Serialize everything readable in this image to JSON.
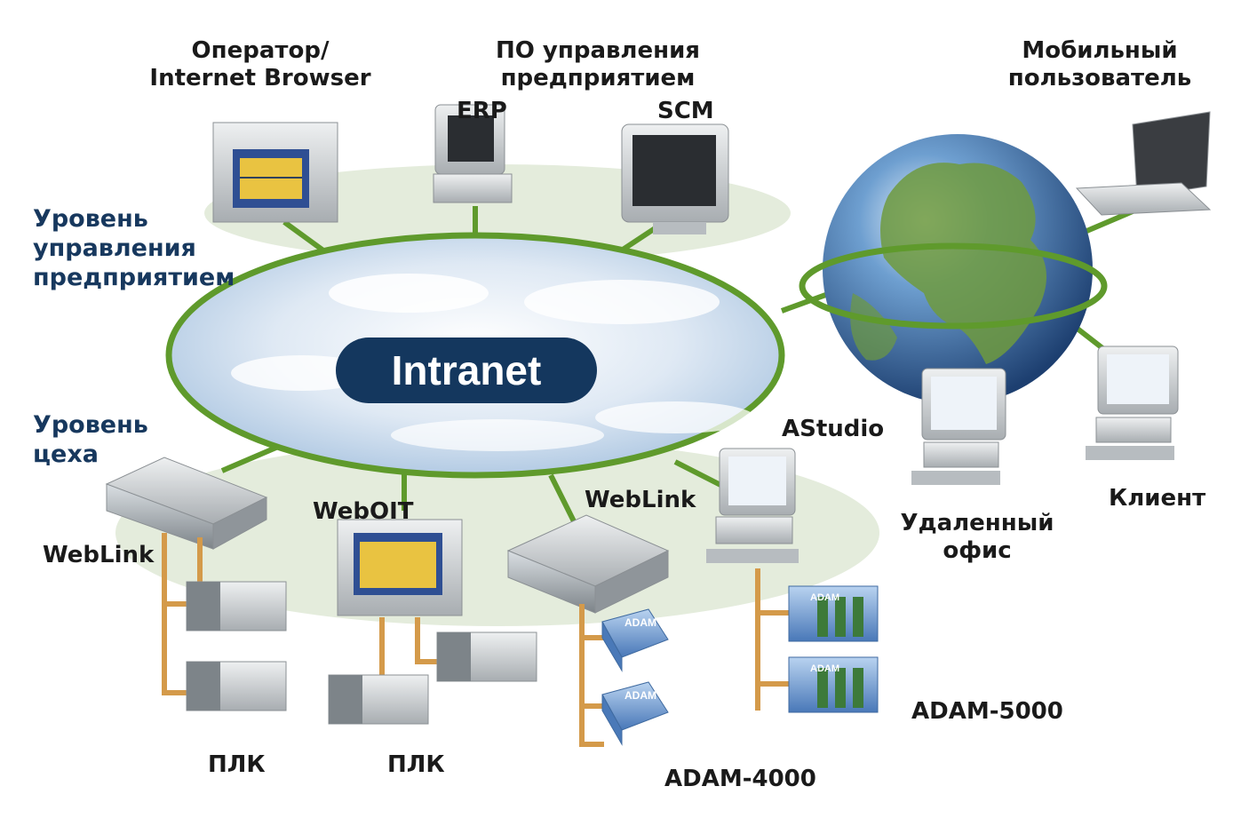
{
  "diagram": {
    "center_label": "Intranet",
    "levels": {
      "enterprise": [
        "Уровень",
        "управления",
        "предприятием"
      ],
      "shop": [
        "Уровень",
        "цеха"
      ]
    },
    "labels": {
      "operator": [
        "Оператор/",
        "Internet Browser"
      ],
      "enterprise_software": [
        "ПО управления",
        "предприятием"
      ],
      "erp": "ERP",
      "scm": "SCM",
      "mobile_user": [
        "Мобильный",
        "пользователь"
      ],
      "astudio": "AStudio",
      "remote_office": [
        "Удаленный",
        "офис"
      ],
      "client": "Клиент",
      "weblink_left": "WebLink",
      "weboit": "WebOIT",
      "weblink_center": "WebLink",
      "plc_left": "ПЛК",
      "plc_center": "ПЛК",
      "adam4000": "ADAM-4000",
      "adam5000": "ADAM-5000",
      "adam_logo": "ADAM"
    },
    "colors": {
      "network_link": "#5f9a2c",
      "fieldbus_link": "#d49a4a",
      "badge": "#14375e",
      "level_text": "#17385e",
      "device_grey": "#cfd3d6",
      "adam_blue": "#5a8fd0",
      "globe_ocean": "#4c86bf",
      "globe_land": "#6e9a3e"
    }
  }
}
